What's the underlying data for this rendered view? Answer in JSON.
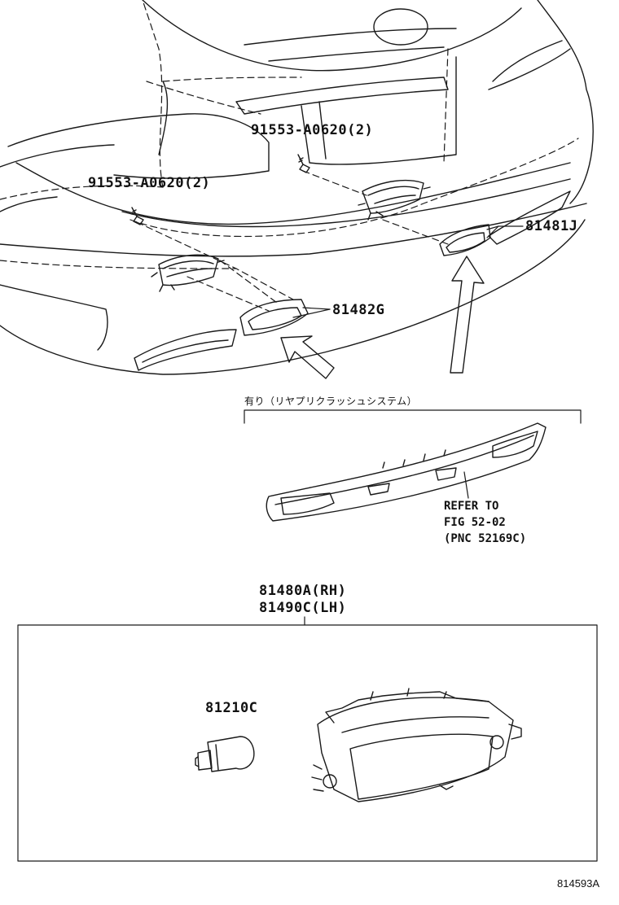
{
  "diagram": {
    "labels": {
      "screw_right": "91553-A0620(2)",
      "screw_left": "91553-A0620(2)",
      "lamp_right_cover": "81481J",
      "lamp_left_cover": "81482G",
      "option_note": "有り（リヤプリクラッシュシステム）",
      "refer_line1": "REFER TO",
      "refer_line2": "FIG 52-02",
      "refer_line3": "(PNC 52169C)",
      "assembly_rh": "81480A(RH)",
      "assembly_lh": "81490C(LH)",
      "bulb": "81210C",
      "diagram_code": "814593A"
    },
    "colors": {
      "line": "#1a1a1a",
      "background": "#ffffff"
    }
  }
}
